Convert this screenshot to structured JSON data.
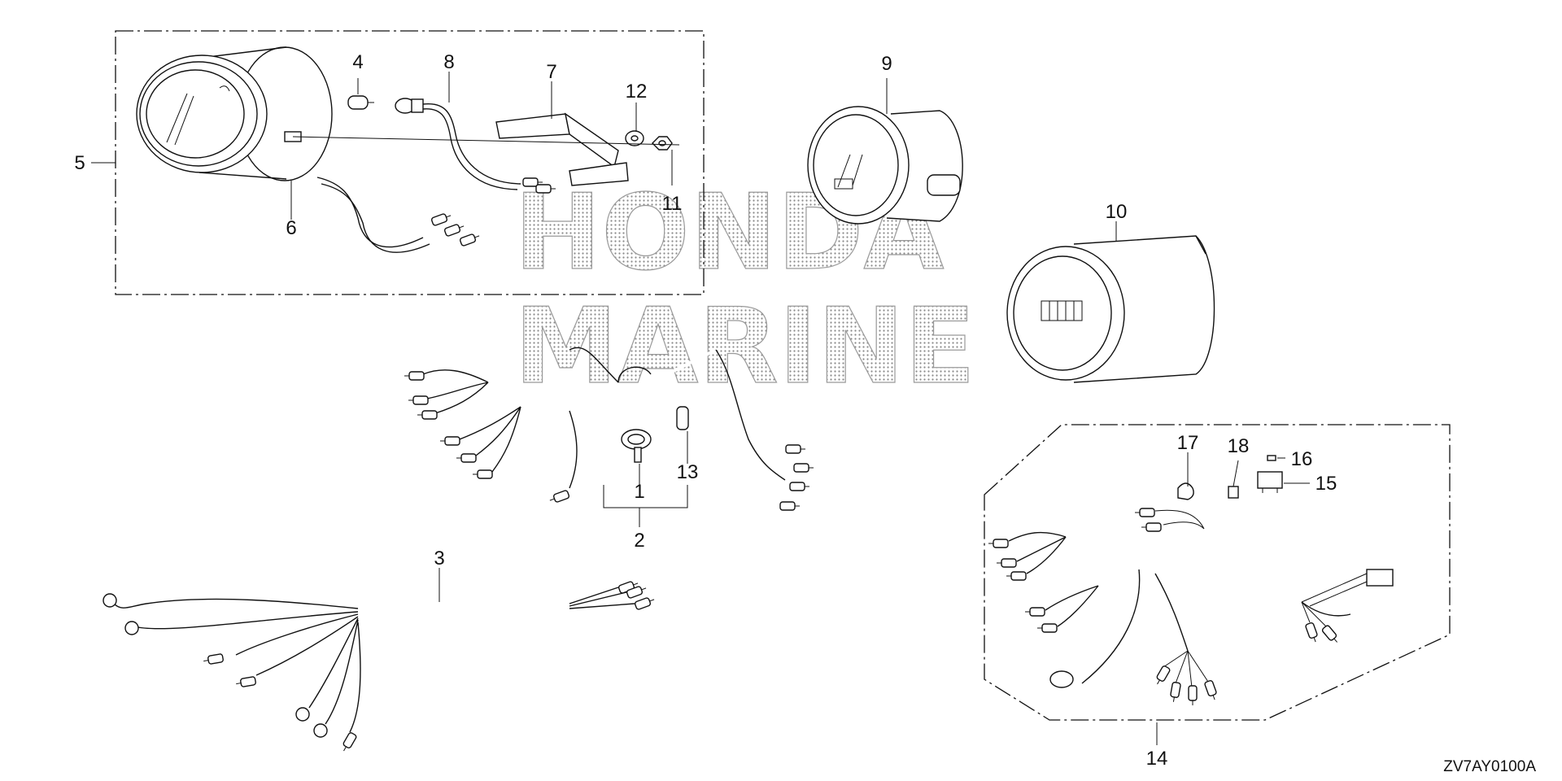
{
  "diagram": {
    "code": "ZV7AY0100A",
    "watermark": {
      "line1": "HONDA",
      "line2": "MARINE"
    },
    "callouts": {
      "c1": "1",
      "c2": "2",
      "c3": "3",
      "c4": "4",
      "c5": "5",
      "c6": "6",
      "c7": "7",
      "c8": "8",
      "c9": "9",
      "c10": "10",
      "c11": "11",
      "c12": "12",
      "c13": "13",
      "c14": "14",
      "c15": "15",
      "c16": "16",
      "c17": "17",
      "c18": "18"
    }
  }
}
